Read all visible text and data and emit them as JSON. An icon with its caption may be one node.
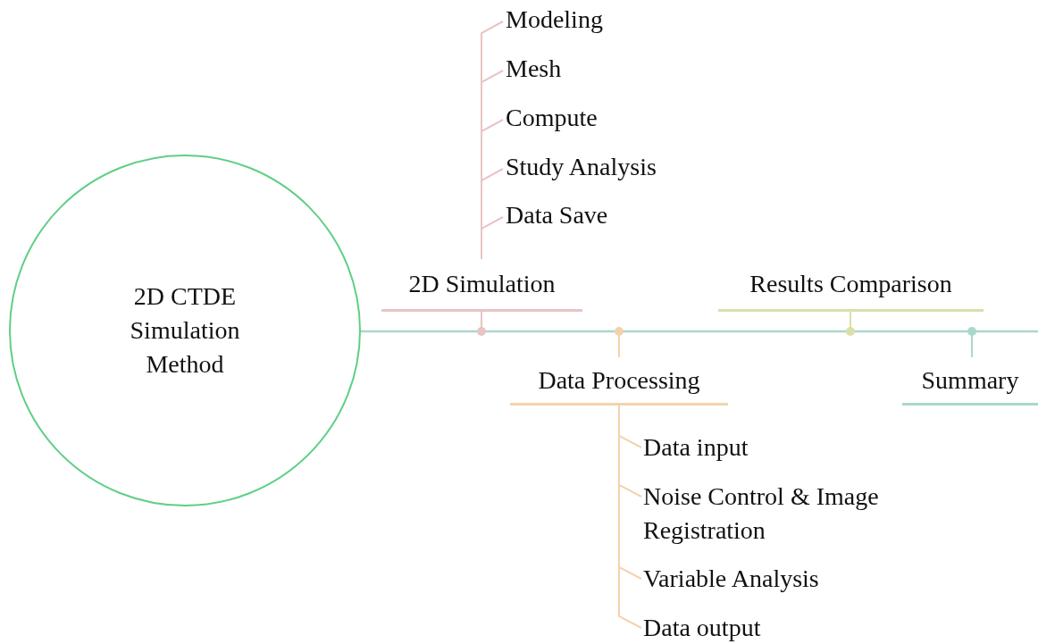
{
  "diagram": {
    "nodes": [
      {
        "text": [
          "2D CTDE Simulation Method"
        ]
      },
      {
        "text": [
          "2D Simulation"
        ]
      },
      {
        "text": [
          "Modeling"
        ]
      },
      {
        "text": [
          "Mesh"
        ]
      },
      {
        "text": [
          "Compute"
        ]
      },
      {
        "text": [
          "Study Analysis"
        ]
      },
      {
        "text": [
          "Data Save"
        ]
      },
      {
        "text": [
          "Data Processing"
        ]
      },
      {
        "text": [
          "Data input"
        ]
      },
      {
        "text": [
          "Noise Control & Image Registration"
        ]
      },
      {
        "text": [
          "Variable Analysis"
        ]
      },
      {
        "text": [
          "Data output"
        ]
      },
      {
        "text": [
          "Results Comparison"
        ]
      },
      {
        "text": [
          "Summary"
        ]
      }
    ],
    "edges": [
      {
        "from": 0,
        "to": 1,
        "arrow": "none",
        "color": "#e8c4c4"
      },
      {
        "from": 1,
        "to": 2,
        "arrow": "none",
        "color": "#e8c4c4"
      },
      {
        "from": 1,
        "to": 3,
        "arrow": "none",
        "color": "#e8c4c4"
      },
      {
        "from": 1,
        "to": 4,
        "arrow": "none",
        "color": "#e8c4c4"
      },
      {
        "from": 1,
        "to": 5,
        "arrow": "none",
        "color": "#e8c4c4"
      },
      {
        "from": 1,
        "to": 6,
        "arrow": "none",
        "color": "#e8c4c4"
      },
      {
        "from": 0,
        "to": 7,
        "arrow": "none",
        "color": "#f3d3ac"
      },
      {
        "from": 7,
        "to": 8,
        "arrow": "none",
        "color": "#f3d3ac"
      },
      {
        "from": 7,
        "to": 9,
        "arrow": "none",
        "color": "#f3d3ac"
      },
      {
        "from": 7,
        "to": 10,
        "arrow": "none",
        "color": "#f3d3ac"
      },
      {
        "from": 7,
        "to": 11,
        "arrow": "none",
        "color": "#f3d3ac"
      },
      {
        "from": 0,
        "to": 12,
        "arrow": "none",
        "color": "#dbdfaa"
      },
      {
        "from": 0,
        "to": 13,
        "arrow": "none",
        "color": "#a8d8cc"
      }
    ]
  }
}
